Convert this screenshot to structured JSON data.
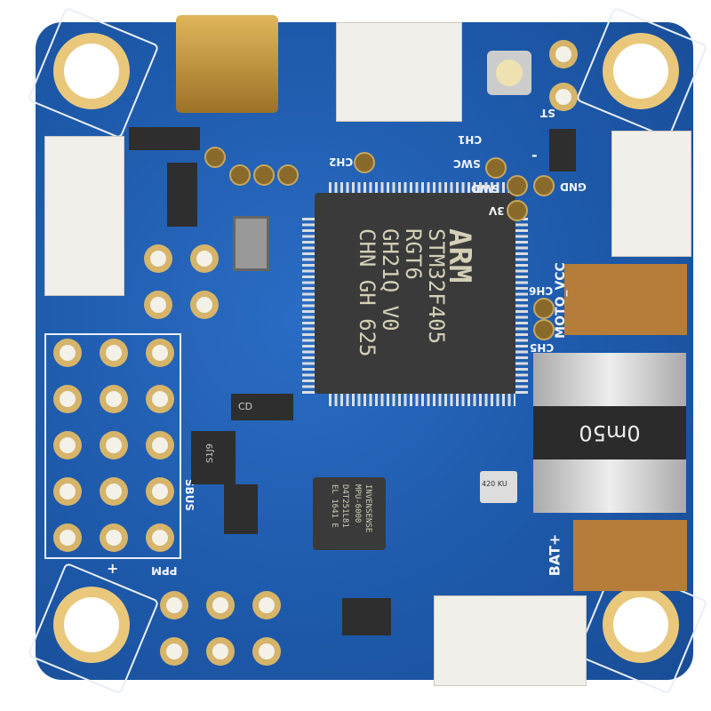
{
  "mcu": {
    "brand": "ARM",
    "lines": [
      "STM32F405",
      "RGT6",
      "GH21Q V0",
      "CHN GH 625"
    ]
  },
  "imu": {
    "lines": [
      "INVENSENSE",
      "MPU-6000",
      "D4T251L81",
      "EL 1641 E"
    ]
  },
  "shunt": {
    "value": "0m50"
  },
  "labels": {
    "moto_vcc": "MOTO_VCC",
    "bat_plus": "BAT+",
    "sbus": "SBUS",
    "ppm": "PPM",
    "ch1": "CH1",
    "ch2": "CH2",
    "ch5": "CH5",
    "ch6": "CH6",
    "swc": "SWC",
    "swd": "SWD",
    "v3": "3V",
    "gnd": "GND",
    "st": "ST",
    "plus": "+",
    "minus": "-",
    "regulator": "S1J9",
    "cd": "CD",
    "baro": "420 KU"
  },
  "colors": {
    "board": "#1f5db0",
    "silk": "#e8eef8",
    "gold": "#d6b46a",
    "chip": "#3a3a3a"
  }
}
